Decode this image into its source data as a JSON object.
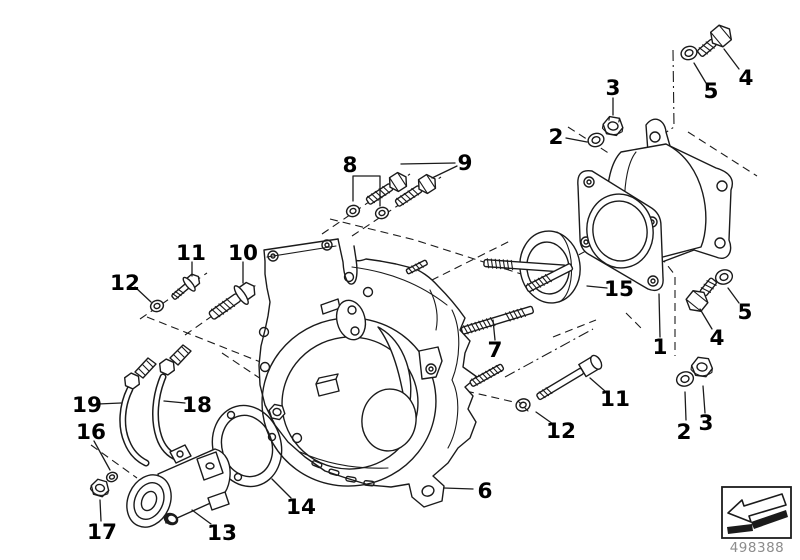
{
  "diagram": {
    "type": "exploded-parts-diagram",
    "callouts": [
      {
        "id": "callout-8",
        "label": "8"
      },
      {
        "id": "callout-9",
        "label": "9"
      },
      {
        "id": "callout-2-top",
        "label": "2"
      },
      {
        "id": "callout-3-top",
        "label": "3"
      },
      {
        "id": "callout-5-top",
        "label": "5"
      },
      {
        "id": "callout-4-top",
        "label": "4"
      },
      {
        "id": "callout-11-left",
        "label": "11"
      },
      {
        "id": "callout-10",
        "label": "10"
      },
      {
        "id": "callout-12-left",
        "label": "12"
      },
      {
        "id": "callout-15",
        "label": "15"
      },
      {
        "id": "callout-1",
        "label": "1"
      },
      {
        "id": "callout-4-right",
        "label": "4"
      },
      {
        "id": "callout-5-right",
        "label": "5"
      },
      {
        "id": "callout-7",
        "label": "7"
      },
      {
        "id": "callout-11-right",
        "label": "11"
      },
      {
        "id": "callout-12-right",
        "label": "12"
      },
      {
        "id": "callout-2-bottom",
        "label": "2"
      },
      {
        "id": "callout-3-bottom",
        "label": "3"
      },
      {
        "id": "callout-19",
        "label": "19"
      },
      {
        "id": "callout-18",
        "label": "18"
      },
      {
        "id": "callout-16",
        "label": "16"
      },
      {
        "id": "callout-17",
        "label": "17"
      },
      {
        "id": "callout-13",
        "label": "13"
      },
      {
        "id": "callout-14",
        "label": "14"
      },
      {
        "id": "callout-6",
        "label": "6"
      }
    ],
    "footer": {
      "number": "498388"
    },
    "icons": {
      "direction_arrow": "arrow-down-left-icon"
    },
    "colors": {
      "line": "#1b1b1b",
      "label_text": "#000000",
      "footer_text": "#8c8c8c",
      "background": "#ffffff"
    }
  }
}
